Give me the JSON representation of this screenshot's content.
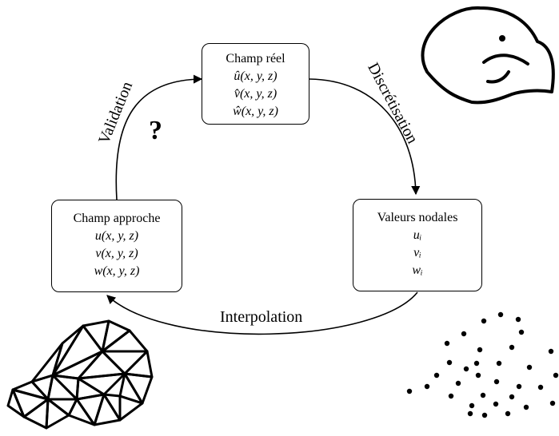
{
  "boxes": {
    "reel": {
      "title": "Champ réel",
      "lines": [
        "û(x, y, z)",
        "v̂(x, y, z)",
        "ŵ(x, y, z)"
      ]
    },
    "nodal": {
      "title": "Valeurs nodales",
      "lines": [
        "uᵢ",
        "vᵢ",
        "wᵢ"
      ]
    },
    "approche": {
      "title": "Champ approche",
      "lines": [
        "u(x, y, z)",
        "v(x, y, z)",
        "w(x, y, z)"
      ]
    }
  },
  "arrows": {
    "validation": "Validation",
    "discretisation": "Discrétisation",
    "interpolation": "Interpolation"
  },
  "question_mark": "?",
  "colors": {
    "stroke": "#000000",
    "background": "#ffffff"
  }
}
